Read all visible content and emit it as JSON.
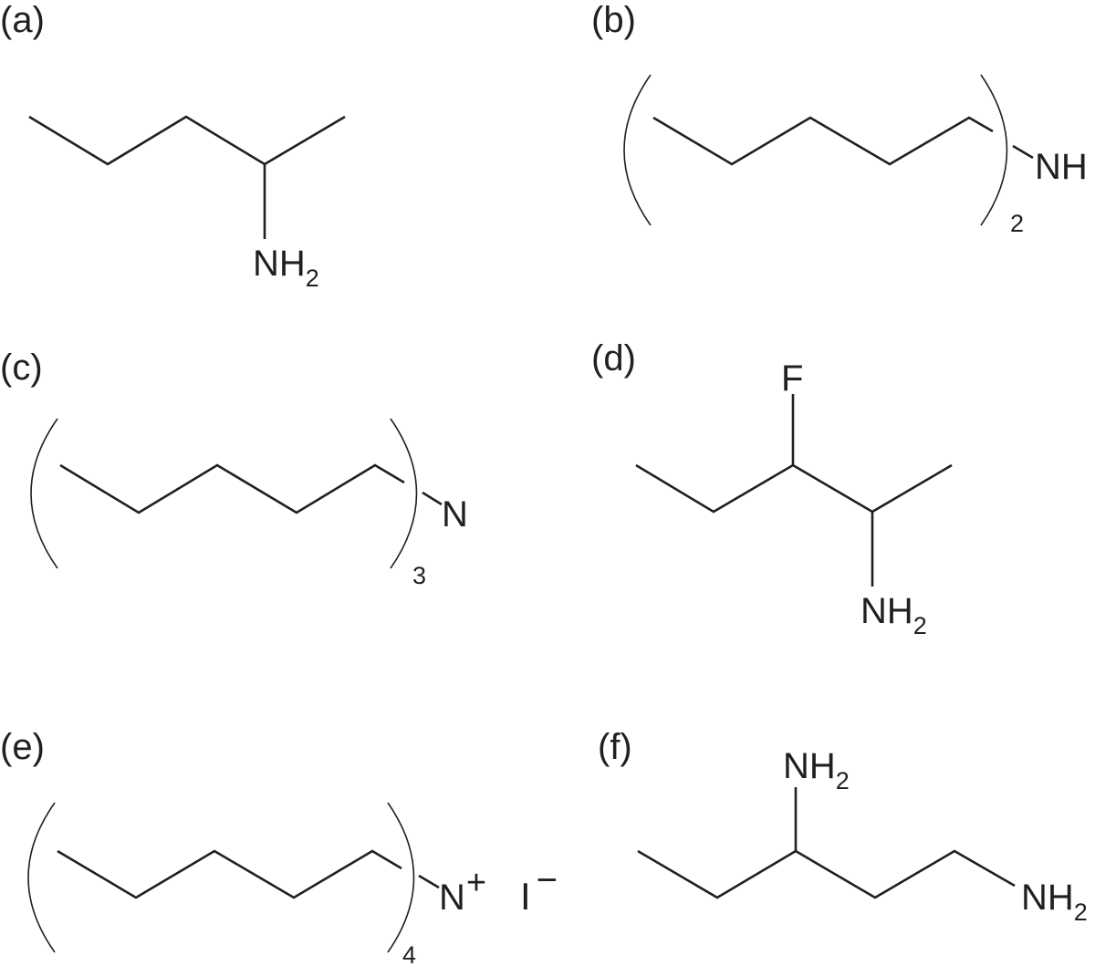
{
  "figure": {
    "panels": [
      {
        "label": "(a)",
        "atoms": [
          "NH",
          "2"
        ]
      },
      {
        "label": "(b)",
        "atoms": [
          "NH"
        ],
        "multiplier": "2"
      },
      {
        "label": "(c)",
        "atoms": [
          "N"
        ],
        "multiplier": "3"
      },
      {
        "label": "(d)",
        "atoms": [
          "F",
          "NH",
          "2"
        ]
      },
      {
        "label": "(e)",
        "atoms": [
          "N",
          "+",
          "I",
          "−"
        ],
        "multiplier": "4"
      },
      {
        "label": "(f)",
        "atoms": [
          "NH",
          "2",
          "NH",
          "2"
        ]
      }
    ],
    "colors": {
      "ink": "#231f20",
      "background": "#ffffff"
    }
  }
}
